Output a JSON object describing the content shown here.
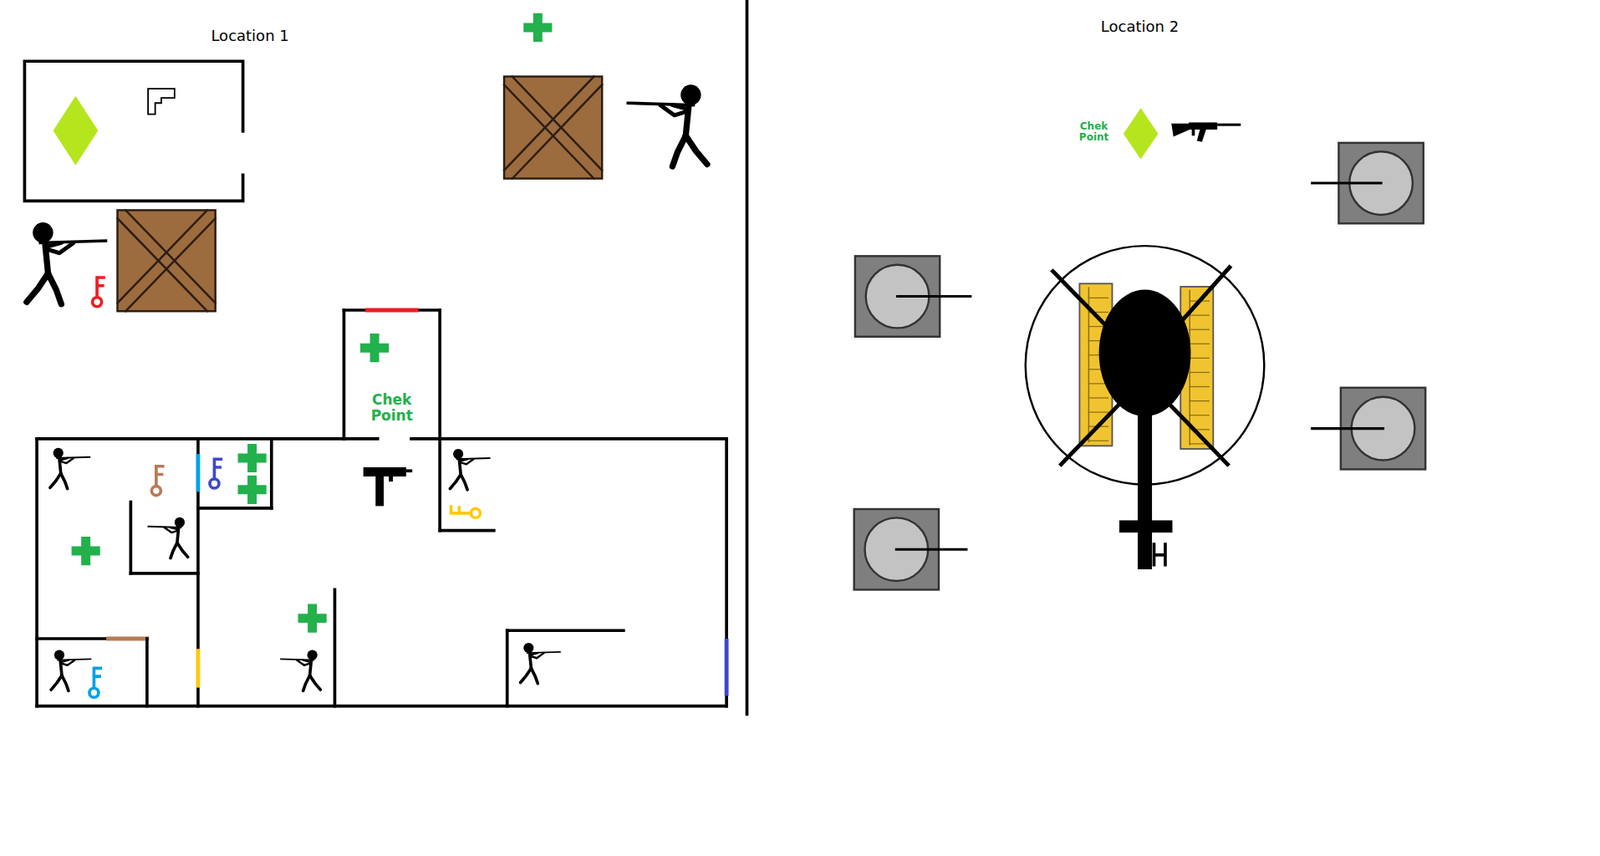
{
  "diagram": {
    "nodes": [
      {
        "text": [
          "Chek Point"
        ]
      }
    ],
    "labels": [
      "Location 1",
      "Location 2",
      "Chek Point"
    ]
  }
}
